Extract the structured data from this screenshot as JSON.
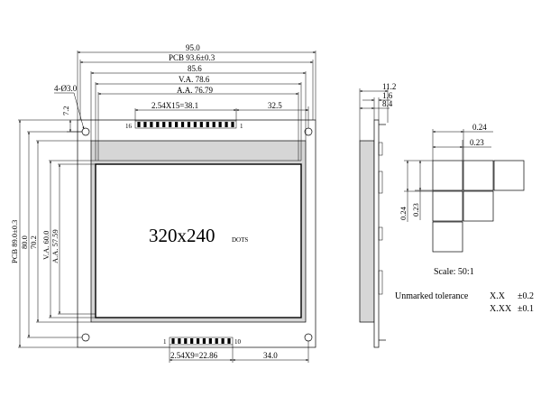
{
  "front_view": {
    "width_overall": "95.0",
    "width_pcb": "PCB 93.6±0.3",
    "width_outline": "85.6",
    "width_va": "V.A. 78.6",
    "width_aa": "A.A. 76.79",
    "hole_callout": "4-Ø3.0",
    "hole_offset": "7.2",
    "pin_pitch_top": "2.54X15=38.1",
    "pin_offset_top": "32.5",
    "pin_label_top_left": "16",
    "pin_label_top_right": "1",
    "height_pcb": "PCB 89.0±0.3",
    "height_overall": "80.0",
    "height_outline": "70.2",
    "height_va": "V.A. 60.0",
    "height_aa": "A.A. 57.59",
    "resolution_main": "320x240",
    "resolution_unit": "DOTS",
    "pin_label_bottom_left": "1",
    "pin_label_bottom_right": "10",
    "pin_pitch_bottom": "2.54X9=22.86",
    "pin_offset_bottom": "34.0"
  },
  "side_view": {
    "thickness_total": "11.2",
    "thickness_pcb": "1.6",
    "thickness_module": "8.4"
  },
  "dot_detail": {
    "pitch_h": "0.24",
    "dot_w": "0.23",
    "pitch_v": "0.24",
    "dot_h": "0.23",
    "scale": "Scale: 50:1"
  },
  "tolerance": {
    "label": "Unmarked tolerance",
    "line1_format": "X.X",
    "line1_value": "±0.2",
    "line2_format": "X.XX",
    "line2_value": "±0.1"
  }
}
